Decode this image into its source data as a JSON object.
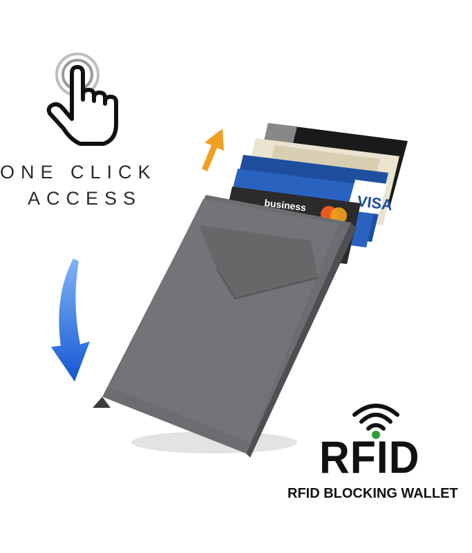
{
  "promo": {
    "tagline_line1": "ONE CLICK",
    "tagline_line2": "ACCESS",
    "rfid_logo": "RFID",
    "rfid_caption": "RFID BLOCKING WALLET"
  },
  "product": {
    "card_texts": [
      "business",
      "VISA"
    ],
    "wallet_color": "#6b6d70",
    "card_colors": [
      "#1d4f9e",
      "#e9e3cf",
      "#1a1a1a"
    ]
  },
  "icons": {
    "tap": "tap-hand-icon",
    "up": "up-arrow-icon",
    "down": "curved-down-arrow-icon",
    "signal": "wireless-signal-icon"
  },
  "colors": {
    "up_arrow": "#f0a020",
    "down_arrow": "#1e6fe0",
    "signal_dot": "#2e9e3a"
  }
}
